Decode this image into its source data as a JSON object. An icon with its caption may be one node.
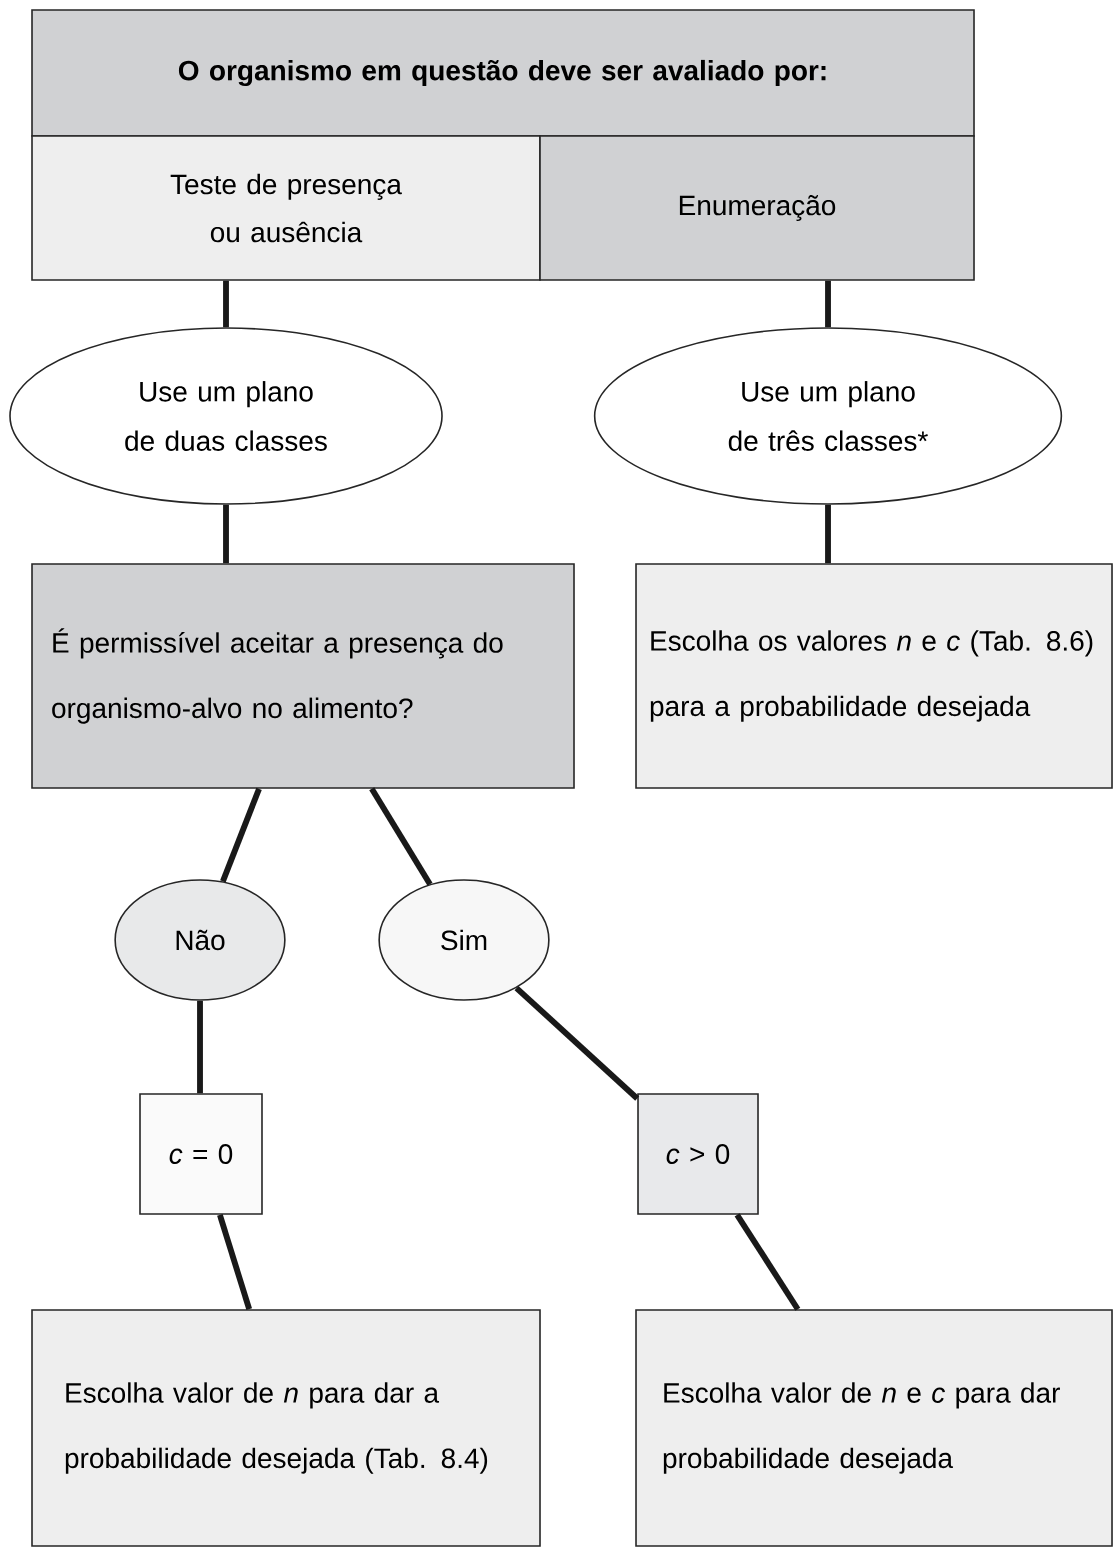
{
  "diagram": {
    "nodes": [
      {
        "text": [
          "O organismo em questão deve ser avaliado por:"
        ]
      },
      {
        "text": [
          "Teste de presença ou ausência"
        ]
      },
      {
        "text": [
          "Enumeração"
        ]
      },
      {
        "text": [
          "Use um plano de duas classes"
        ]
      },
      {
        "text": [
          "Use um plano de três classes*"
        ]
      },
      {
        "text": [
          "É permissível aceitar a presença do organismo-alvo no alimento?"
        ]
      },
      {
        "text": [
          "Escolha os valores *n* e *c* (Tab. 8.6) para a probabilidade desejada"
        ]
      },
      {
        "text": [
          "Não"
        ]
      },
      {
        "text": [
          "Sim"
        ]
      },
      {
        "text": [
          "*c* = 0"
        ]
      },
      {
        "text": [
          "*c* > 0"
        ]
      },
      {
        "text": [
          "Escolha valor de *n* para dar a probabilidade desejada (Tab. 8.4)"
        ]
      },
      {
        "text": [
          "Escolha valor de *n* e *c* para dar probabilidade desejada"
        ]
      }
    ],
    "edges": [
      {
        "from": 1,
        "to": 3,
        "arrow": "none"
      },
      {
        "from": 3,
        "to": 5,
        "arrow": "none"
      },
      {
        "from": 2,
        "to": 4,
        "arrow": "none"
      },
      {
        "from": 4,
        "to": 6,
        "arrow": "none"
      },
      {
        "from": 5,
        "to": 7,
        "arrow": "none"
      },
      {
        "from": 5,
        "to": 8,
        "arrow": "none"
      },
      {
        "from": 7,
        "to": 9,
        "arrow": "none"
      },
      {
        "from": 8,
        "to": 10,
        "arrow": "none"
      },
      {
        "from": 9,
        "to": 11,
        "arrow": "none"
      },
      {
        "from": 10,
        "to": 12,
        "arrow": "none"
      }
    ]
  }
}
